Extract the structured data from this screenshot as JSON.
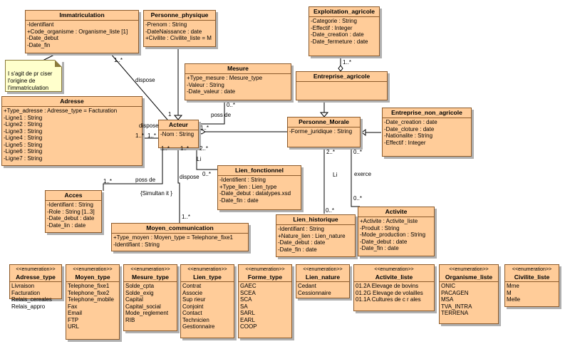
{
  "diagram": {
    "type": "uml-class-diagram",
    "classes": {
      "immatriculation": {
        "name": "Immatriculation",
        "attributes": [
          "-Identifiant",
          "+Code_organisme : Organisme_liste [1]",
          "-Date_debut",
          "-Date_fin"
        ]
      },
      "personne_physique": {
        "name": "Personne_physique",
        "attributes": [
          "-Prenom : String",
          "-DateNaissance : date",
          "+Civilite : Civilite_liste = M"
        ]
      },
      "exploitation_agricole": {
        "name": "Exploitation_agricole",
        "attributes": [
          "-Categorie : String",
          "-Effectif : Integer",
          "-Date_creation : date",
          "-Date_fermeture : date"
        ]
      },
      "mesure": {
        "name": "Mesure",
        "attributes": [
          "+Type_mesure : Mesure_type",
          "-Valeur : String",
          "-Date_valeur : date"
        ]
      },
      "entreprise_agricole": {
        "name": "Entreprise_agricole",
        "attributes": []
      },
      "adresse": {
        "name": "Adresse",
        "attributes": [
          "+Type_adresse : Adresse_type = Facturation",
          "-Ligne1 : String",
          "-Ligne2 : String",
          "-Ligne3 : String",
          "-Ligne4 : String",
          "-Ligne5 : String",
          "-Ligne6 : String",
          "-Ligne7 : String"
        ]
      },
      "acteur": {
        "name": "Acteur",
        "attributes": [
          "-Nom : String"
        ]
      },
      "personne_morale": {
        "name": "Personne_Morale",
        "attributes": [
          "-Forme_juridique : String"
        ]
      },
      "entreprise_non_agricole": {
        "name": "Entreprise_non_agricole",
        "attributes": [
          "-Date_creation : date",
          "-Date_cloture : date",
          "-Nationalite : String",
          "-Effectif : Integer"
        ]
      },
      "lien_fonctionnel": {
        "name": "Lien_fonctionnel",
        "attributes": [
          "-Identifient : String",
          "+Type_lien : Lien_type",
          "-Date_debut : datatypes.xsd",
          "-Date_fin : date"
        ]
      },
      "acces": {
        "name": "Acces",
        "attributes": [
          "-Identifiant : String",
          "-Role : String [1..3]",
          "-Date_debut : date",
          "-Date_lin : date"
        ]
      },
      "moyen_communication": {
        "name": "Moyen_communication",
        "attributes": [
          "+Type_moyen : Moyen_type = Telephone_fixe1",
          "-Identifiant : String"
        ]
      },
      "lien_historique": {
        "name": "Lien_historique",
        "attributes": [
          "-Identifiant : String",
          "+Nature_lien : Lien_nature",
          "-Date_debut : date",
          "-Date_fin : date"
        ]
      },
      "activite": {
        "name": "Activite",
        "attributes": [
          "+Activite : Activite_liste",
          "-Produit : String",
          "-Mode_production : String",
          "-Date_debut : date",
          "-Date_fin : date"
        ]
      }
    },
    "enumerations": {
      "stereotype": "<<enumeration>>",
      "adresse_type": {
        "name": "Adresse_type",
        "values": [
          "Livraison",
          "Facturation",
          "Relais_cereales",
          "Relais_appro"
        ]
      },
      "moyen_type": {
        "name": "Moyen_type",
        "values": [
          "Telephone_fixe1",
          "Telephone_fixe2",
          "Telephone_mobile",
          "Fax",
          "Email",
          "FTP",
          "URL"
        ]
      },
      "mesure_type": {
        "name": "Mesure_type",
        "values": [
          "Solde_cpta",
          "Solde_exig",
          "Capital",
          "Capital_social",
          "Mode_reglement",
          "RIB"
        ]
      },
      "lien_type": {
        "name": "Lien_type",
        "values": [
          "Contrat",
          "Associe",
          "Sup rieur",
          "Conjoint",
          "Contact",
          "Technicien",
          "Gestionnaire"
        ]
      },
      "forme_type": {
        "name": "Forme_type",
        "values": [
          "GAEC",
          "SCEA",
          "SCA",
          "SA",
          "SARL",
          "EARL",
          "COOP"
        ]
      },
      "lien_nature": {
        "name": "Lien_nature",
        "values": [
          "Cedant",
          "Cessionnaire"
        ]
      },
      "activite_liste": {
        "name": "Activite_liste",
        "values": [
          "01.2A Elevage de bovins",
          "01.2G Elevage de volailles",
          "01.1A Cultures de c r ales"
        ]
      },
      "organisme_liste": {
        "name": "Organisme_liste",
        "values": [
          "ONIC",
          "PACAGEN",
          "MSA",
          "TVA_INTRA",
          "TERRENA"
        ]
      },
      "civilite_liste": {
        "name": "Civilite_liste",
        "values": [
          "Mme",
          "M",
          "Melle"
        ]
      }
    },
    "note": {
      "text": [
        "I s'agit de pr ciser",
        "l'origine de",
        "l'immatriculation"
      ]
    },
    "labels": {
      "imm_mult": "1..*",
      "imm_dispose": "dispose",
      "imm_acteur_mult": "1",
      "adresse_dispose": "dispose",
      "adresse_mult1": "1..*",
      "adresse_mult2": "1..*",
      "mesure_mult": "0..*",
      "mesure_possede": "poss de",
      "acteur_pm_mult": "1..*",
      "acteur_acces_mult": "1..*",
      "acteur_moyen_mult": "1..*",
      "acteur_lien_mult": "2..*",
      "lien_li": "Li",
      "lien_fonc_mult": "0..*",
      "acces_possede": "poss de",
      "acces_mult": "1..*",
      "moyen_dispose": "dispose",
      "simultanite": "{Simultan it }",
      "moyen_mult": "1..*",
      "exploit_mult": "1..*",
      "pm_hist_mult": "2..*",
      "pm_li": "Li",
      "hist_mult": "0..*",
      "pm_act_mult": "0..*",
      "exerce": "exerce",
      "act_mult": "0..*"
    }
  }
}
